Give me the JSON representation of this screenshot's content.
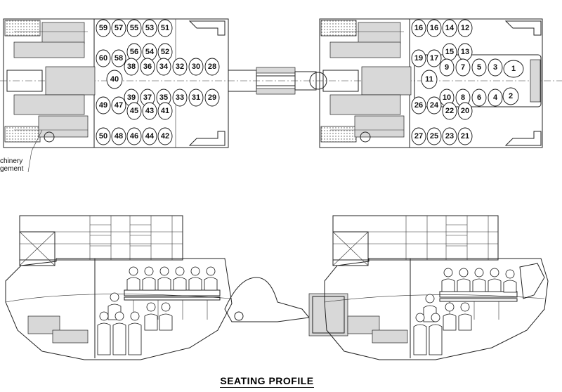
{
  "title": "SEATING PROFILE",
  "annotation": {
    "line1": "chinery",
    "line2": "gement"
  },
  "rear_unit": {
    "seats_left_block": [
      "59",
      "57",
      "55",
      "53",
      "51",
      "60",
      "58",
      "56",
      "54",
      "52"
    ],
    "seats_center_top": [
      "38",
      "36",
      "34",
      "32",
      "30",
      "28"
    ],
    "seats_center_bottom": [
      "39",
      "37",
      "35",
      "33",
      "31",
      "29"
    ],
    "seat_solo": "40",
    "seats_lower_block": [
      "49",
      "47",
      "45",
      "43",
      "41"
    ],
    "seats_bottom_row": [
      "50",
      "48",
      "46",
      "44",
      "42"
    ]
  },
  "front_unit": {
    "seats_top_block": [
      "16",
      "16",
      "14",
      "12",
      "19",
      "17",
      "15",
      "13"
    ],
    "seats_center_top": [
      "9",
      "7",
      "5",
      "3"
    ],
    "seats_center_bottom": [
      "10",
      "8",
      "6",
      "4"
    ],
    "seat_solo": "11",
    "seat_1": "1",
    "seat_2": "2",
    "seats_lower_block": [
      "26",
      "24",
      "22",
      "20"
    ],
    "seats_bottom_row": [
      "27",
      "25",
      "23",
      "21"
    ]
  }
}
